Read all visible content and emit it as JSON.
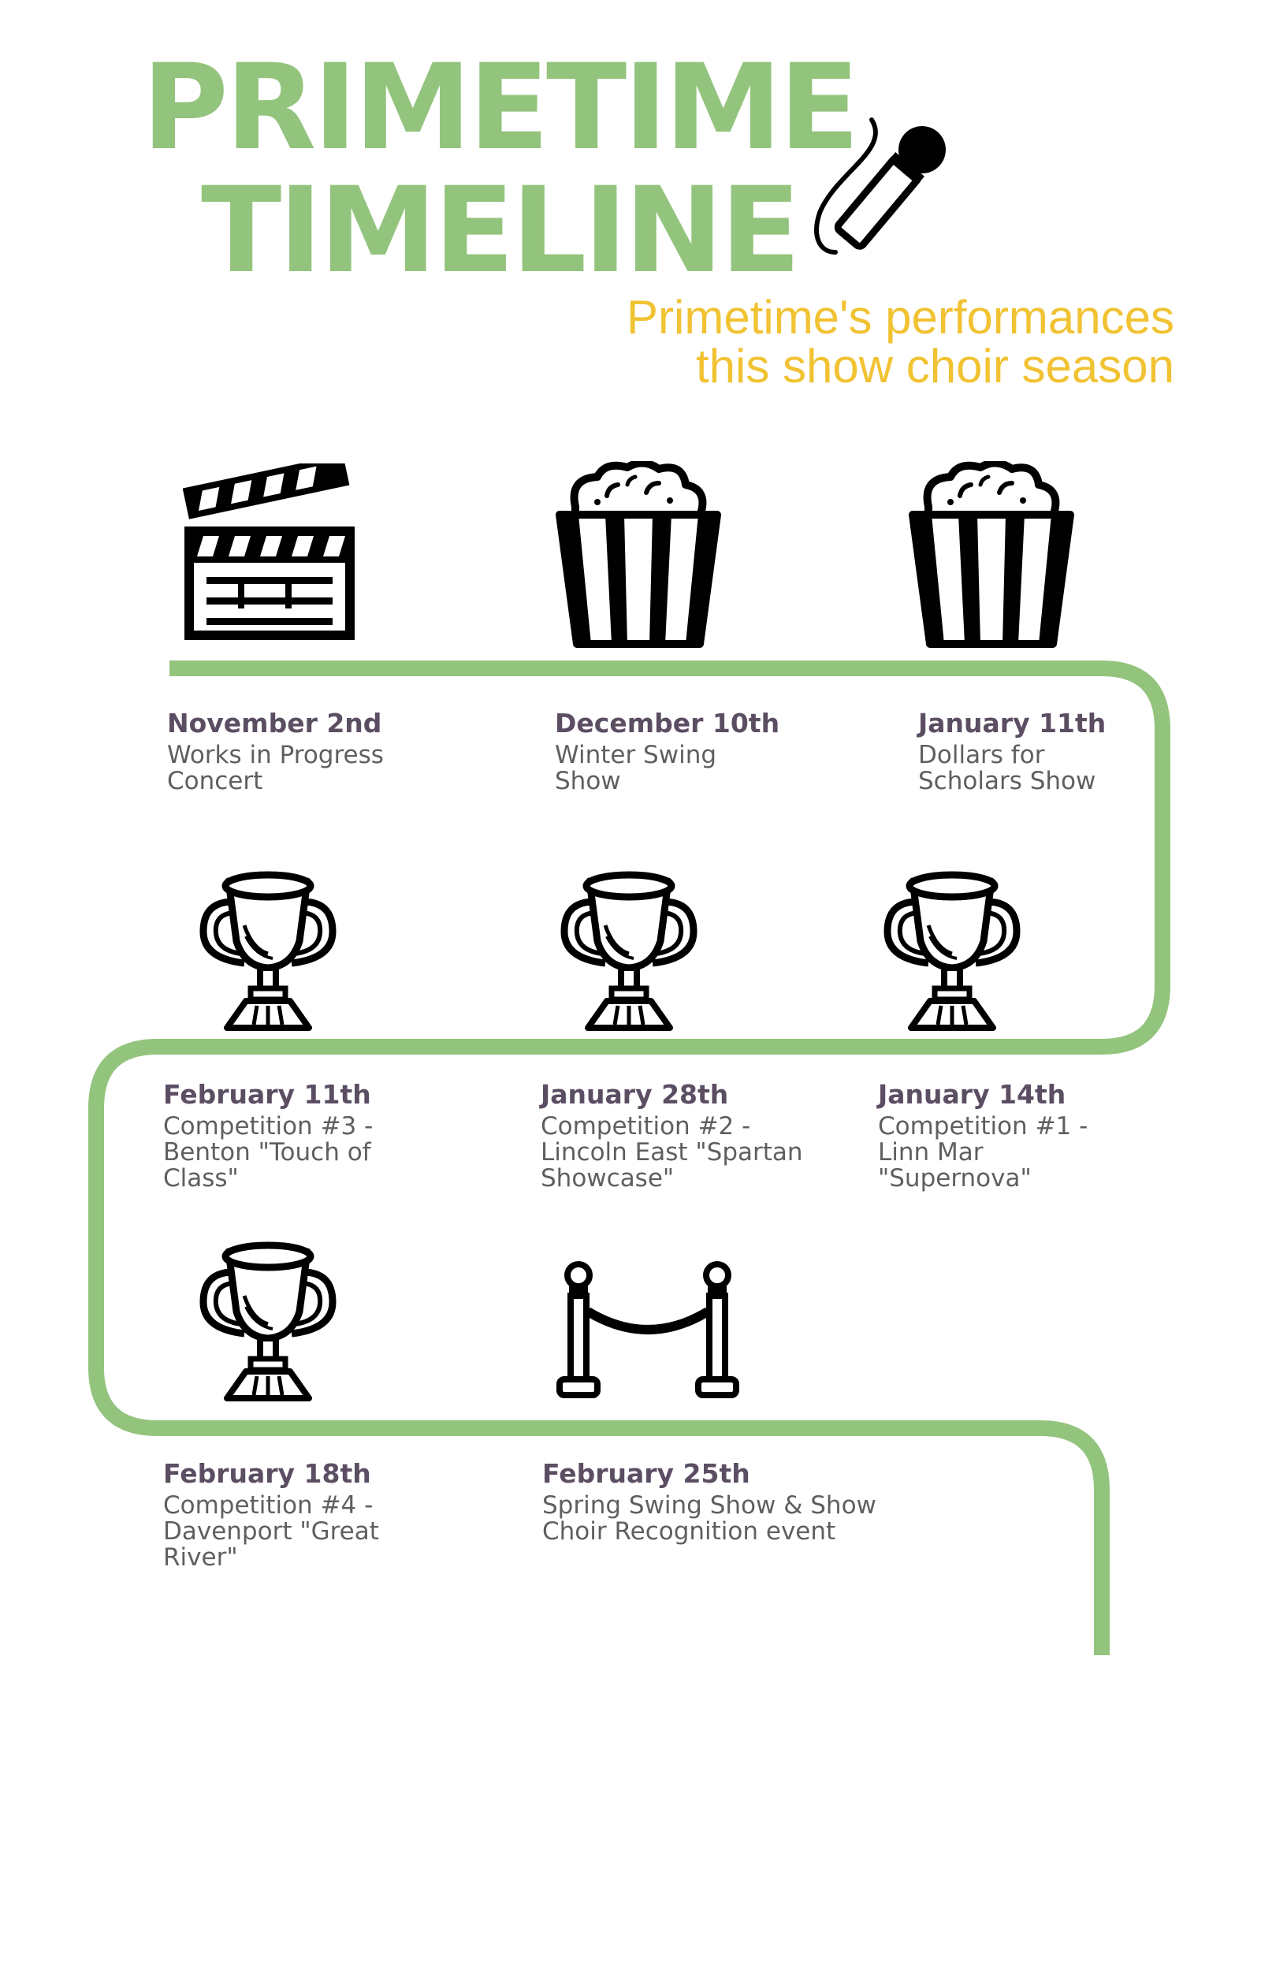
{
  "header": {
    "title_line1": "PRIMETIME",
    "title_line2": "TIMELINE",
    "subtitle_line1": "Primetime's performances",
    "subtitle_line2": "this show choir season"
  },
  "colors": {
    "title": "#93c47d",
    "subtitle": "#f1c232",
    "path": "#93c47d",
    "date": "#5b4e63",
    "event_text": "#5f5f5f",
    "icons": "#000000"
  },
  "events": [
    {
      "date": "November 2nd",
      "name_lines": [
        "Works in Progress",
        "Concert"
      ],
      "icon": "clapperboard-icon"
    },
    {
      "date": "December 10th",
      "name_lines": [
        "Winter Swing",
        "Show"
      ],
      "icon": "popcorn-icon"
    },
    {
      "date": "January 11th",
      "name_lines": [
        "Dollars for",
        "Scholars Show"
      ],
      "icon": "popcorn-icon"
    },
    {
      "date": "February 11th",
      "name_lines": [
        "Competition #3 -",
        "Benton \"Touch of",
        "Class\""
      ],
      "icon": "trophy-icon"
    },
    {
      "date": "January 28th",
      "name_lines": [
        "Competition #2 -",
        "Lincoln East \"Spartan",
        "Showcase\""
      ],
      "icon": "trophy-icon"
    },
    {
      "date": "January 14th",
      "name_lines": [
        "Competition #1 -",
        "Linn Mar",
        "\"Supernova\""
      ],
      "icon": "trophy-icon"
    },
    {
      "date": "February 18th",
      "name_lines": [
        "Competition #4 -",
        "Davenport \"Great",
        "River\""
      ],
      "icon": "trophy-icon"
    },
    {
      "date": "February 25th",
      "name_lines": [
        "Spring Swing Show & Show",
        "Choir Recognition event"
      ],
      "icon": "stanchion-rope-icon"
    }
  ]
}
